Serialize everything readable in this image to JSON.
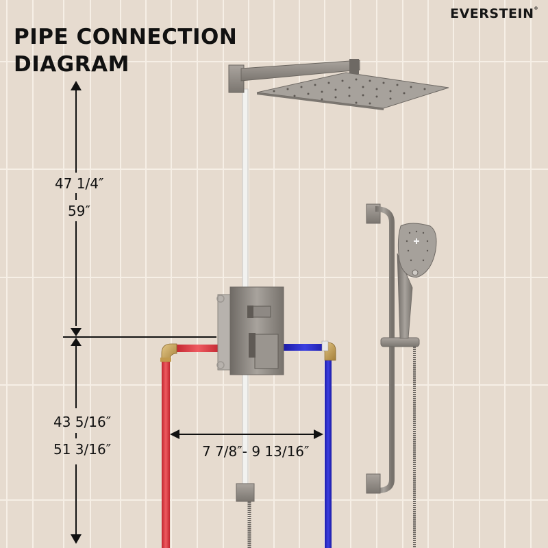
{
  "brand": {
    "logo_text": "EVERSTEIN",
    "registered_mark": "®"
  },
  "header": {
    "title_line1": "PIPE CONNECTION",
    "title_line2": "DIAGRAM"
  },
  "dimensions": {
    "upper_min": "47 1/4″",
    "upper_max": "59″",
    "lower_min": "43 5/16″",
    "lower_max": "51 3/16″",
    "horizontal_spacing": "7 7/8″- 9 13/16″"
  },
  "components": {
    "hot_pipe": "hot-water-supply (red)",
    "cold_pipe": "cold-water-supply (blue)",
    "valve": "concealed-mixing-valve",
    "rain_shower_head": "square-rain-shower-head",
    "handheld": "handheld-shower-on-slide-bar"
  },
  "colors": {
    "wall": "#e6dbcf",
    "hot_pipe": "#d9343c",
    "cold_pipe": "#2a2bc0",
    "metal": "#8c8781",
    "brass": "#c9a55a",
    "text": "#111111"
  }
}
